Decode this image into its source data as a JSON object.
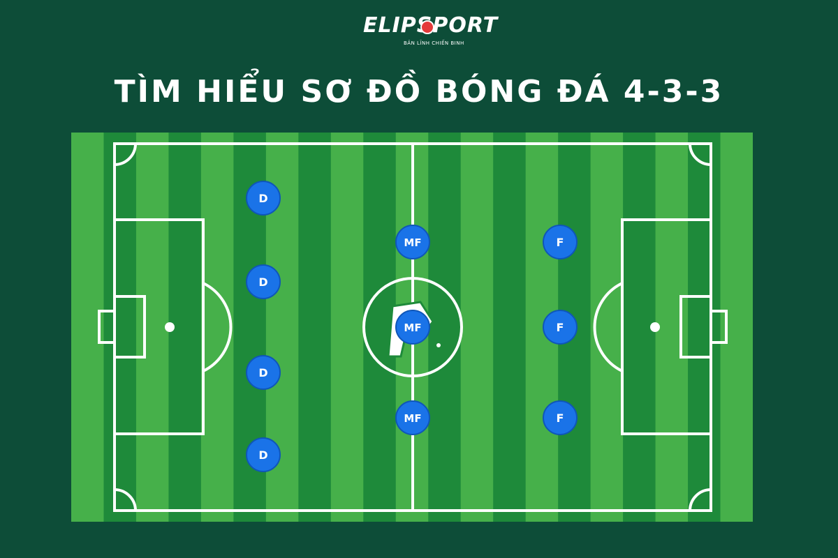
{
  "logo": {
    "text": "ELIPSPORT",
    "tagline": "BẢN LĨNH CHIẾN BINH"
  },
  "title": "TÌM HIỂU SƠ ĐỒ BÓNG ĐÁ 4-3-3",
  "formation": "4-3-3",
  "players": [
    {
      "role": "D",
      "line": "defense"
    },
    {
      "role": "D",
      "line": "defense"
    },
    {
      "role": "D",
      "line": "defense"
    },
    {
      "role": "D",
      "line": "defense"
    },
    {
      "role": "MF",
      "line": "midfield"
    },
    {
      "role": "MF",
      "line": "midfield"
    },
    {
      "role": "MF",
      "line": "midfield"
    },
    {
      "role": "F",
      "line": "forward"
    },
    {
      "role": "F",
      "line": "forward"
    },
    {
      "role": "F",
      "line": "forward"
    }
  ],
  "colors": {
    "background": "#0d4d38",
    "grass_dark": "#1e8a3a",
    "grass_light": "#46b04a",
    "player": "#1a73e8"
  }
}
